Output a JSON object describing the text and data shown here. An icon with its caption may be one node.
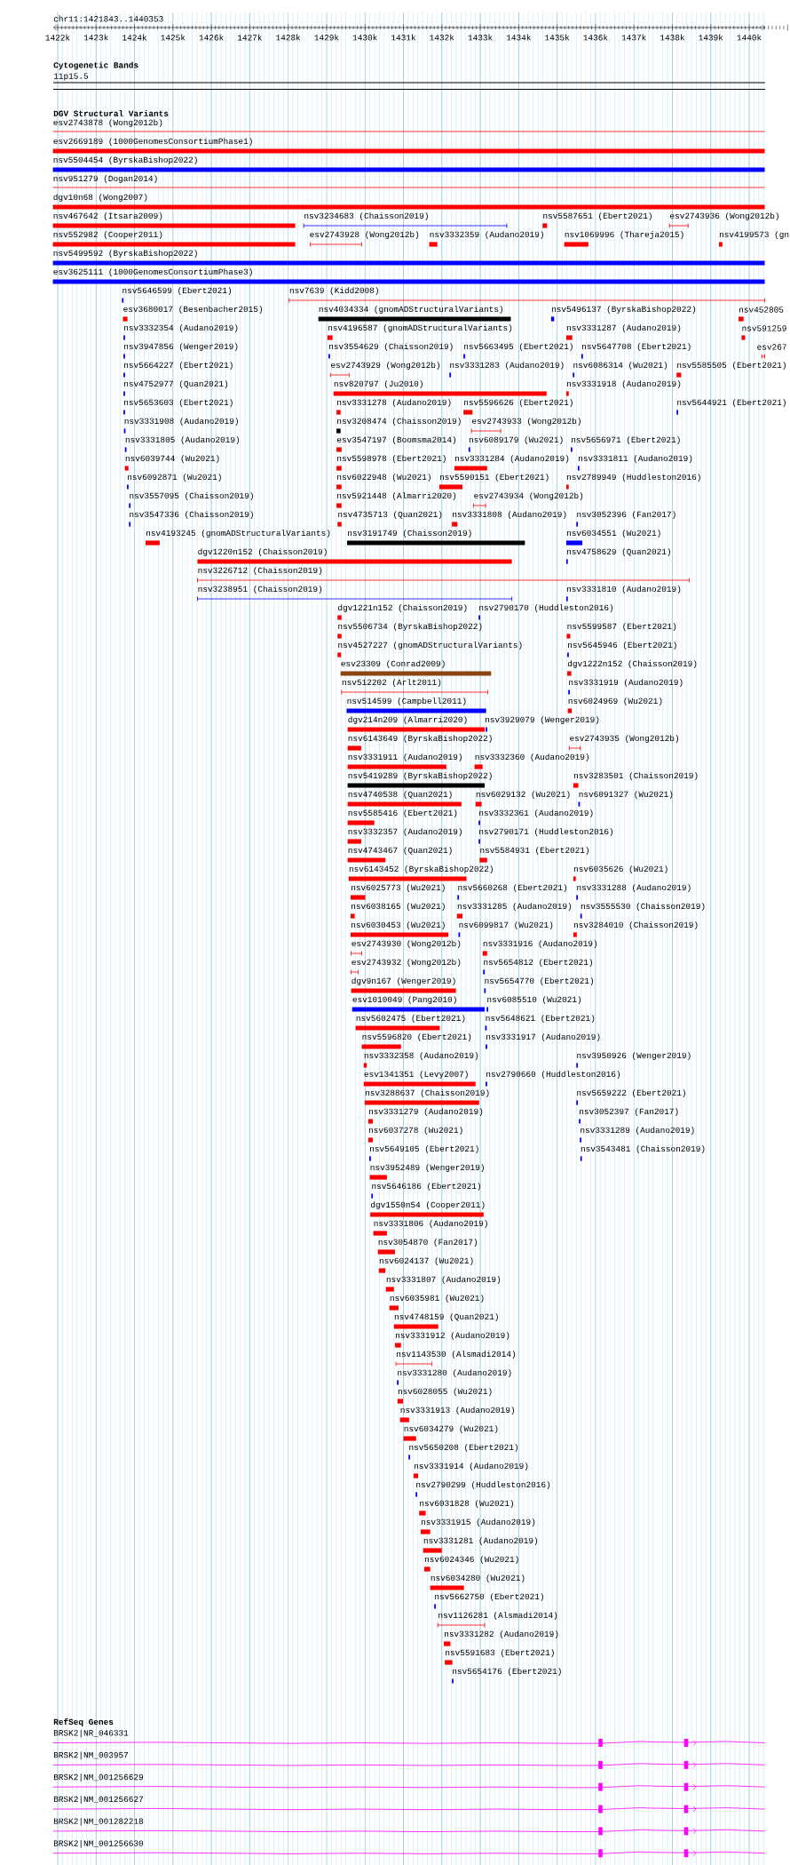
{
  "diagram": {
    "labels": [
      "chr11:1421843..1440353",
      "1422k",
      "1423k",
      "1424k",
      "1425k",
      "1426k",
      "1427k",
      "1428k",
      "1429k",
      "1430k",
      "1431k",
      "1432k",
      "1433k",
      "1434k",
      "1435k",
      "1436k",
      "1437k",
      "1438k",
      "1439k",
      "1440k",
      "Cytogenetic Bands",
      "11p15.5",
      "DGV Structural Variants",
      "esv2743878 (Wong2012b)",
      "esv2669189 (1000GenomesConsortiumPhase1)",
      "nsv5504454 (ByrskaBishop2022)",
      "nsv951279 (Dogan2014)",
      "dgv10n68 (Wong2007)",
      "nsv467642 (Itsara2009)",
      "nsv3234683 (Chaisson2019)",
      "nsv5587651 (Ebert2021)",
      "esv2743936 (Wong2012b)",
      "nsv552982 (Cooper2011)",
      "esv2743928 (Wong2012b)",
      "nsv3332359 (Audano2019)",
      "nsv1069996 (Thareja2015)",
      "nsv4199573 (gn",
      "nsv5499592 (ByrskaBishop2022)",
      "esv3625111 (1000GenomesConsortiumPhase3)",
      "nsv5646599 (Ebert2021)",
      "nsv7639 (Kidd2008)",
      "esv3680017 (Besenbacher2015)",
      "nsv4034334 (gnomADStructuralVariants)",
      "nsv5496137 (ByrskaBishop2022)",
      "nsv452805",
      "nsv3332354 (Audano2019)",
      "nsv4196587 (gnomADStructuralVariants)",
      "nsv3331287 (Audano2019)",
      "nsv591259",
      "nsv3947856 (Wenger2019)",
      "nsv3554629 (Chaisson2019)",
      "nsv5663495 (Ebert2021)",
      "nsv5647708 (Ebert2021)",
      "esv267",
      "nsv5664227 (Ebert2021)",
      "esv2743929 (Wong2012b)",
      "nsv3331283 (Audano2019)",
      "nsv6086314 (Wu2021)",
      "nsv5585505 (Ebert2021)",
      "nsv4752977 (Quan2021)",
      "nsv820797 (Ju2010)",
      "nsv3331918 (Audano2019)",
      "nsv5653603 (Ebert2021)",
      "nsv3331278 (Audano2019)",
      "nsv5596626 (Ebert2021)",
      "nsv5644921 (Ebert2021)",
      "nsv3331908 (Audano2019)",
      "nsv3208474 (Chaisson2019)",
      "esv2743933 (Wong2012b)",
      "nsv3331805 (Audano2019)",
      "esv3547197 (Boomsma2014)",
      "nsv6089179 (Wu2021)",
      "nsv5656971 (Ebert2021)",
      "nsv6039744 (Wu2021)",
      "nsv5598978 (Ebert2021)",
      "nsv3331284 (Audano2019)",
      "nsv3331811 (Audano2019)",
      "nsv6092871 (Wu2021)",
      "nsv6022948 (Wu2021)",
      "nsv5590151 (Ebert2021)",
      "nsv2789949 (Huddleston2016)",
      "nsv3557095 (Chaisson2019)",
      "nsv5921448 (Almarri2020)",
      "esv2743934 (Wong2012b)",
      "nsv3547336 (Chaisson2019)",
      "nsv4735713 (Quan2021)",
      "nsv3331808 (Audano2019)",
      "nsv3052396 (Fan2017)",
      "nsv4193245 (gnomADStructuralVariants)",
      "nsv3191749 (Chaisson2019)",
      "nsv6034551 (Wu2021)",
      "dgv1220n152 (Chaisson2019)",
      "nsv4758629 (Quan2021)",
      "nsv3226712 (Chaisson2019)",
      "nsv3238951 (Chaisson2019)",
      "nsv3331810 (Audano2019)",
      "dgv1221n152 (Chaisson2019)",
      "nsv2790170 (Huddleston2016)",
      "nsv5506734 (ByrskaBishop2022)",
      "nsv5599587 (Ebert2021)",
      "nsv4527227 (gnomADStructuralVariants)",
      "nsv5645946 (Ebert2021)",
      "esv23309 (Conrad2009)",
      "dgv1222n152 (Chaisson2019)",
      "nsv512202 (Arlt2011)",
      "nsv3331919 (Audano2019)",
      "nsv514599 (Campbell2011)",
      "nsv6024969 (Wu2021)",
      "dgv214n209 (Almarri2020)",
      "nsv3929079 (Wenger2019)",
      "nsv6143649 (ByrskaBishop2022)",
      "esv2743935 (Wong2012b)",
      "nsv3331911 (Audano2019)",
      "nsv3332360 (Audano2019)",
      "nsv5419289 (ByrskaBishop2022)",
      "nsv3283501 (Chaisson2019)",
      "nsv4740538 (Quan2021)",
      "nsv6029132 (Wu2021)",
      "nsv6091327 (Wu2021)",
      "nsv5585416 (Ebert2021)",
      "nsv3332361 (Audano2019)",
      "nsv3332357 (Audano2019)",
      "nsv2790171 (Huddleston2016)",
      "nsv4743467 (Quan2021)",
      "nsv5584931 (Ebert2021)",
      "nsv6143452 (ByrskaBishop2022)",
      "nsv6035626 (Wu2021)",
      "nsv6025773 (Wu2021)",
      "nsv5660268 (Ebert2021)",
      "nsv3331288 (Audano2019)",
      "nsv6038165 (Wu2021)",
      "nsv3331285 (Audano2019)",
      "nsv3555530 (Chaisson2019)",
      "nsv6030453 (Wu2021)",
      "nsv6099817 (Wu2021)",
      "nsv3284010 (Chaisson2019)",
      "esv2743930 (Wong2012b)",
      "nsv3331916 (Audano2019)",
      "esv2743932 (Wong2012b)",
      "nsv5654812 (Ebert2021)",
      "dgv9n167 (Wenger2019)",
      "nsv5654770 (Ebert2021)",
      "esv1010049 (Pang2010)",
      "nsv6085510 (Wu2021)",
      "nsv5602475 (Ebert2021)",
      "nsv5648621 (Ebert2021)",
      "nsv5596820 (Ebert2021)",
      "nsv3331917 (Audano2019)",
      "nsv3332358 (Audano2019)",
      "nsv3950926 (Wenger2019)",
      "esv1341351 (Levy2007)",
      "nsv2790660 (Huddleston2016)",
      "nsv3288637 (Chaisson2019)",
      "nsv5659222 (Ebert2021)",
      "nsv3331279 (Audano2019)",
      "nsv3052397 (Fan2017)",
      "nsv6037278 (Wu2021)",
      "nsv3331289 (Audano2019)",
      "nsv5649105 (Ebert2021)",
      "nsv3543481 (Chaisson2019)",
      "nsv3952489 (Wenger2019)",
      "nsv5646186 (Ebert2021)",
      "dgv1550n54 (Cooper2011)",
      "nsv3331806 (Audano2019)",
      "nsv3054870 (Fan2017)",
      "nsv6024137 (Wu2021)",
      "nsv3331807 (Audano2019)",
      "nsv6035981 (Wu2021)",
      "nsv4748159 (Quan2021)",
      "nsv3331912 (Audano2019)",
      "nsv1143530 (Alsmadi2014)",
      "nsv3331280 (Audano2019)",
      "nsv6028055 (Wu2021)",
      "nsv3331913 (Audano2019)",
      "nsv6034279 (Wu2021)",
      "nsv5650208 (Ebert2021)",
      "nsv3331914 (Audano2019)",
      "nsv2790299 (Huddleston2016)",
      "nsv6031828 (Wu2021)",
      "nsv3331915 (Audano2019)",
      "nsv3331281 (Audano2019)",
      "nsv6024346 (Wu2021)",
      "nsv6034280 (Wu2021)",
      "nsv5662750 (Ebert2021)",
      "nsv1126281 (Alsmadi2014)",
      "nsv3331282 (Audano2019)",
      "nsv5591683 (Ebert2021)",
      "nsv5654176 (Ebert2021)",
      "RefSeq Genes",
      "BRSK2|NR_046331",
      "BRSK2|NM_003957",
      "BRSK2|NM_001256629",
      "BRSK2|NM_001256627",
      "BRSK2|NM_001282218",
      "BRSK2|NM_001256630"
    ]
  }
}
